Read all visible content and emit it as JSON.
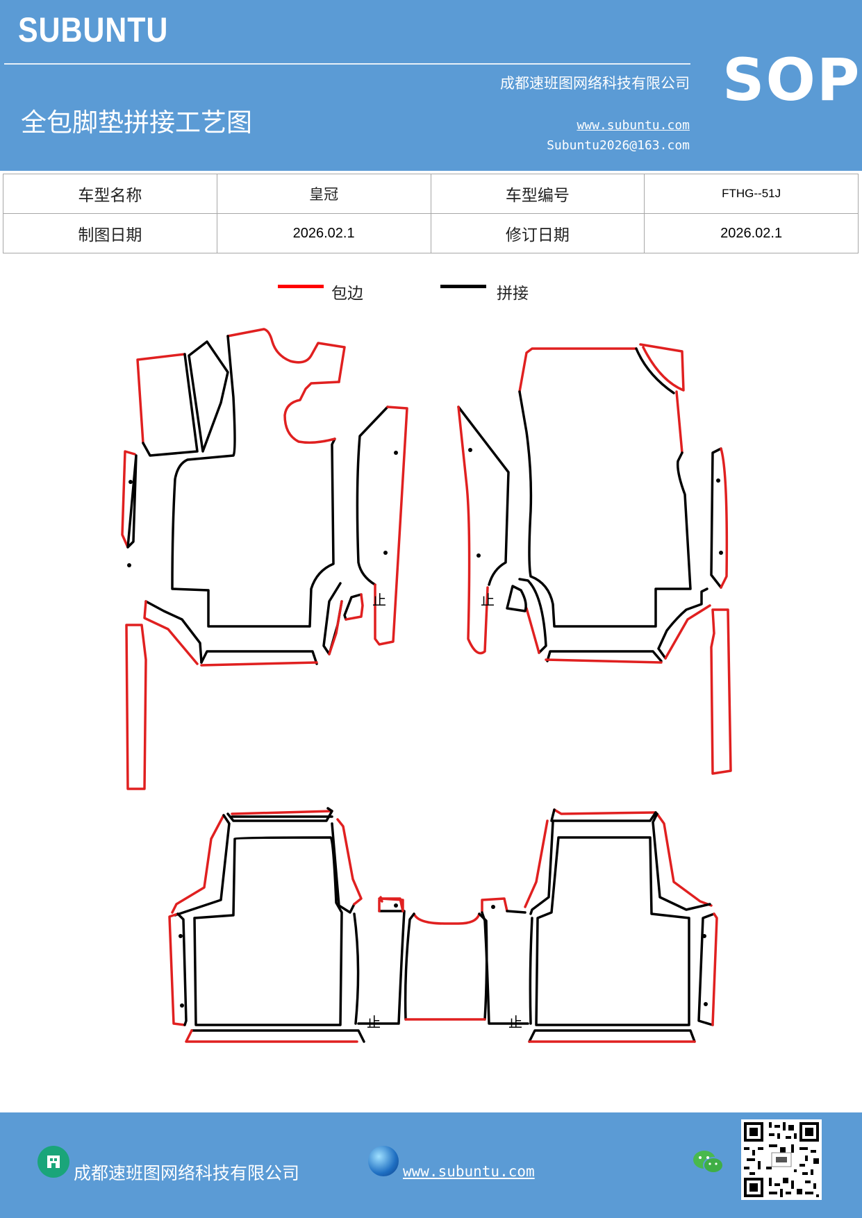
{
  "header": {
    "brand": "SUBUNTU",
    "sop": "SOP",
    "company": "成都速班图网络科技有限公司",
    "title": "全包脚垫拼接工艺图",
    "website": "www.subuntu.com",
    "email": "Subuntu2026@163.com"
  },
  "info_table": {
    "model_name_label": "车型名称",
    "model_name_value": "皇冠",
    "model_code_label": "车型编号",
    "model_code_value": "FTHG--51J",
    "draw_date_label": "制图日期",
    "draw_date_value": "2026.02.1",
    "revise_date_label": "修订日期",
    "revise_date_value": "2026.02.1"
  },
  "legend": {
    "edge_label": "包边",
    "edge_color": "#ff0000",
    "splice_label": "拼接",
    "splice_color": "#000000"
  },
  "diagram": {
    "stop_mark": "止"
  },
  "footer": {
    "company": "成都速班图网络科技有限公司",
    "website": "www.subuntu.com ",
    "building_icon": "building-icon",
    "globe_icon": "globe-icon",
    "wechat_icon": "wechat-icon",
    "qr_code": "qr-code"
  },
  "colors": {
    "brand_blue": "#5b9bd5",
    "edge_red": "#ff0000"
  }
}
